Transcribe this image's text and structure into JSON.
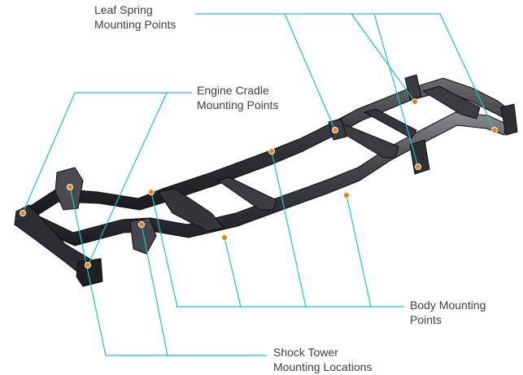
{
  "diagram": {
    "accent_color": "#19c3c8",
    "marker_color": "#f07d14",
    "frame_color": "#2a2b2e",
    "labels": {
      "leaf_spring": {
        "line1": "Leaf Spring",
        "line2": "Mounting Points"
      },
      "engine_cradle": {
        "line1": "Engine Cradle",
        "line2": "Mounting Points"
      },
      "body_mounting": {
        "line1": "Body Mounting",
        "line2": "Points"
      },
      "shock_tower": {
        "line1": "Shock Tower",
        "line2": "Mounting Locations"
      }
    }
  }
}
